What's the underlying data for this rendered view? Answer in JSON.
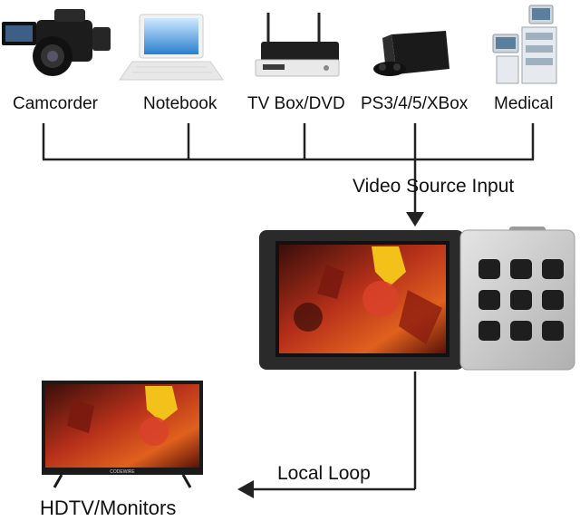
{
  "sources": [
    {
      "label": "Camcorder",
      "icon": "camcorder-icon"
    },
    {
      "label": "Notebook",
      "icon": "notebook-icon"
    },
    {
      "label": "TV Box/DVD",
      "icon": "tv-box-icon"
    },
    {
      "label": "PS3/4/5/XBox",
      "icon": "game-console-icon"
    },
    {
      "label": "Medical",
      "icon": "medical-equipment-icon"
    }
  ],
  "flow": {
    "input_label": "Video Source Input",
    "loop_label": "Local Loop"
  },
  "output": {
    "label": "HDTV/Monitors",
    "brand": "CODEWIRE"
  },
  "colors": {
    "line": "#222222",
    "device_frame": "#2a2a2a",
    "panel": "#c8c8c8",
    "button": "#1e1e1e",
    "art_red": "#c0301c",
    "art_yellow": "#f2c21a"
  }
}
